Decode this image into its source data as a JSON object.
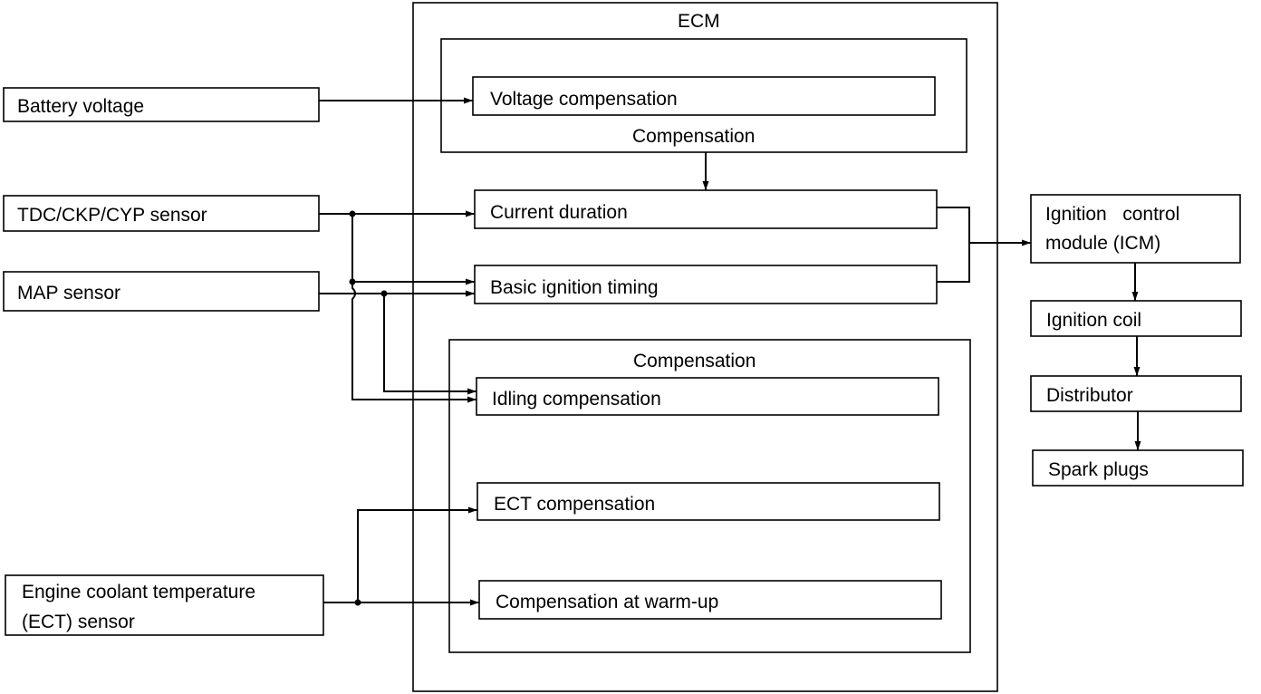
{
  "ecm": {
    "title": "ECM",
    "group1_label": "Compensation",
    "group2_label": "Compensation"
  },
  "inputs": {
    "battery_voltage": "Battery voltage",
    "tdc_ckp_cyp": "TDC/CKP/CYP sensor",
    "map_sensor": "MAP sensor",
    "ect_line1": "Engine coolant temperature",
    "ect_line2": "(ECT) sensor"
  },
  "ecm_blocks": {
    "voltage_compensation": "Voltage compensation",
    "current_duration": "Current duration",
    "basic_ignition_timing": "Basic ignition timing",
    "idling_compensation": "Idling compensation",
    "ect_compensation": "ECT compensation",
    "warmup_compensation": "Compensation at warm-up"
  },
  "outputs": {
    "icm_line1": "Ignition   control",
    "icm_line2": "module (ICM)",
    "ignition_coil": "Ignition coil",
    "distributor": "Distributor",
    "spark_plugs": "Spark plugs"
  },
  "colors": {
    "line": "#000000",
    "background": "#ffffff"
  }
}
